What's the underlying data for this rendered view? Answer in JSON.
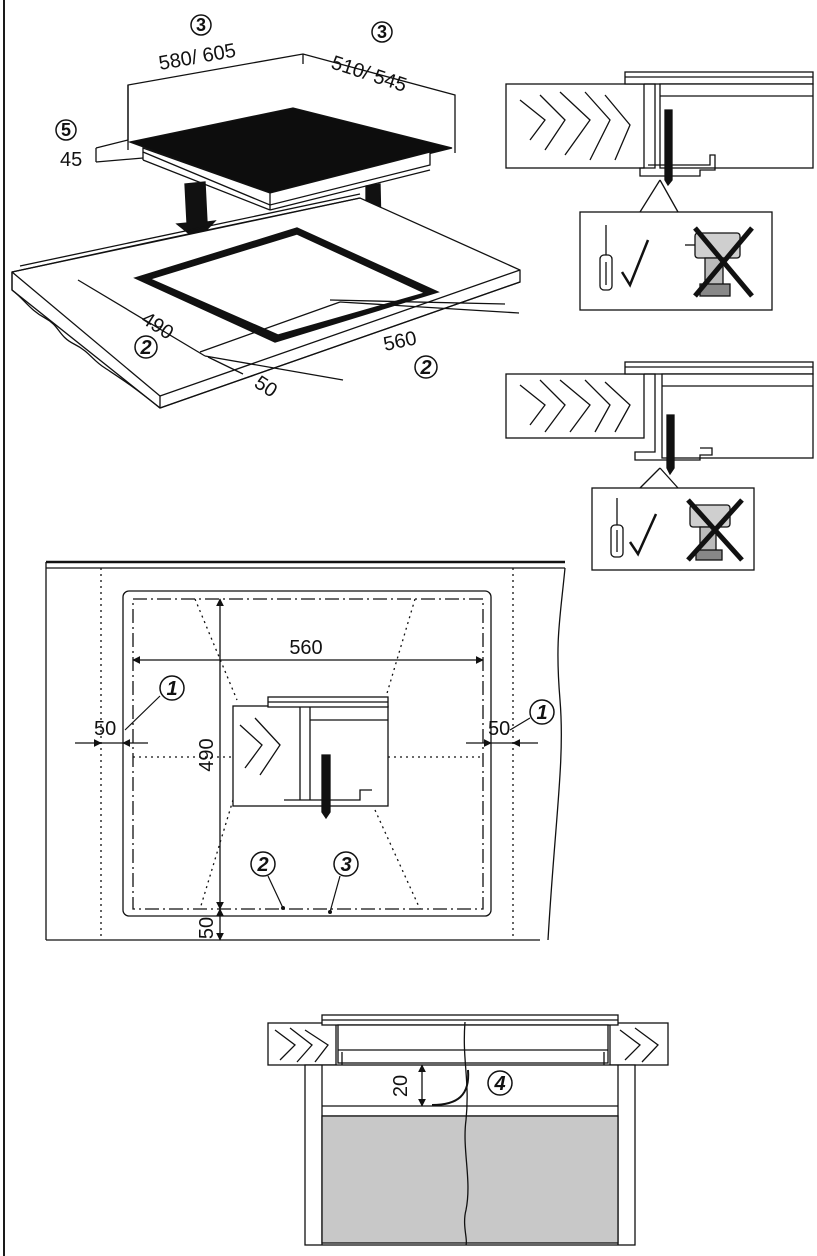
{
  "figure1": {
    "width_marker": "3",
    "width_label": "580/ 605",
    "depth_marker": "3",
    "depth_label": "510/ 545",
    "height_marker": "5",
    "height_label": "45",
    "cutout_depth_label": "490",
    "cutout_depth_marker": "2",
    "cutout_width_label": "560",
    "cutout_width_marker": "2",
    "edge_label": "50"
  },
  "figure2": {
    "tools": [
      {
        "name": "screwdriver-icon",
        "status": "allowed"
      },
      {
        "name": "power-drill-icon",
        "status": "not-allowed"
      }
    ]
  },
  "figure3": {
    "tools": [
      {
        "name": "screwdriver-icon",
        "status": "allowed"
      },
      {
        "name": "power-drill-icon",
        "status": "not-allowed"
      }
    ]
  },
  "figure4": {
    "width_label": "560",
    "depth_label": "490",
    "left_gap_label": "50",
    "left_gap_marker": "1",
    "right_gap_label": "50",
    "right_gap_marker": "1",
    "bottom_gap_label": "50",
    "marker_a": "2",
    "marker_b": "3"
  },
  "figure5": {
    "gap_label": "20",
    "marker": "4"
  },
  "colors": {
    "line": "#111111",
    "panel_fill": "#c8c8c8",
    "hob_fill": "#0d0d0d"
  }
}
